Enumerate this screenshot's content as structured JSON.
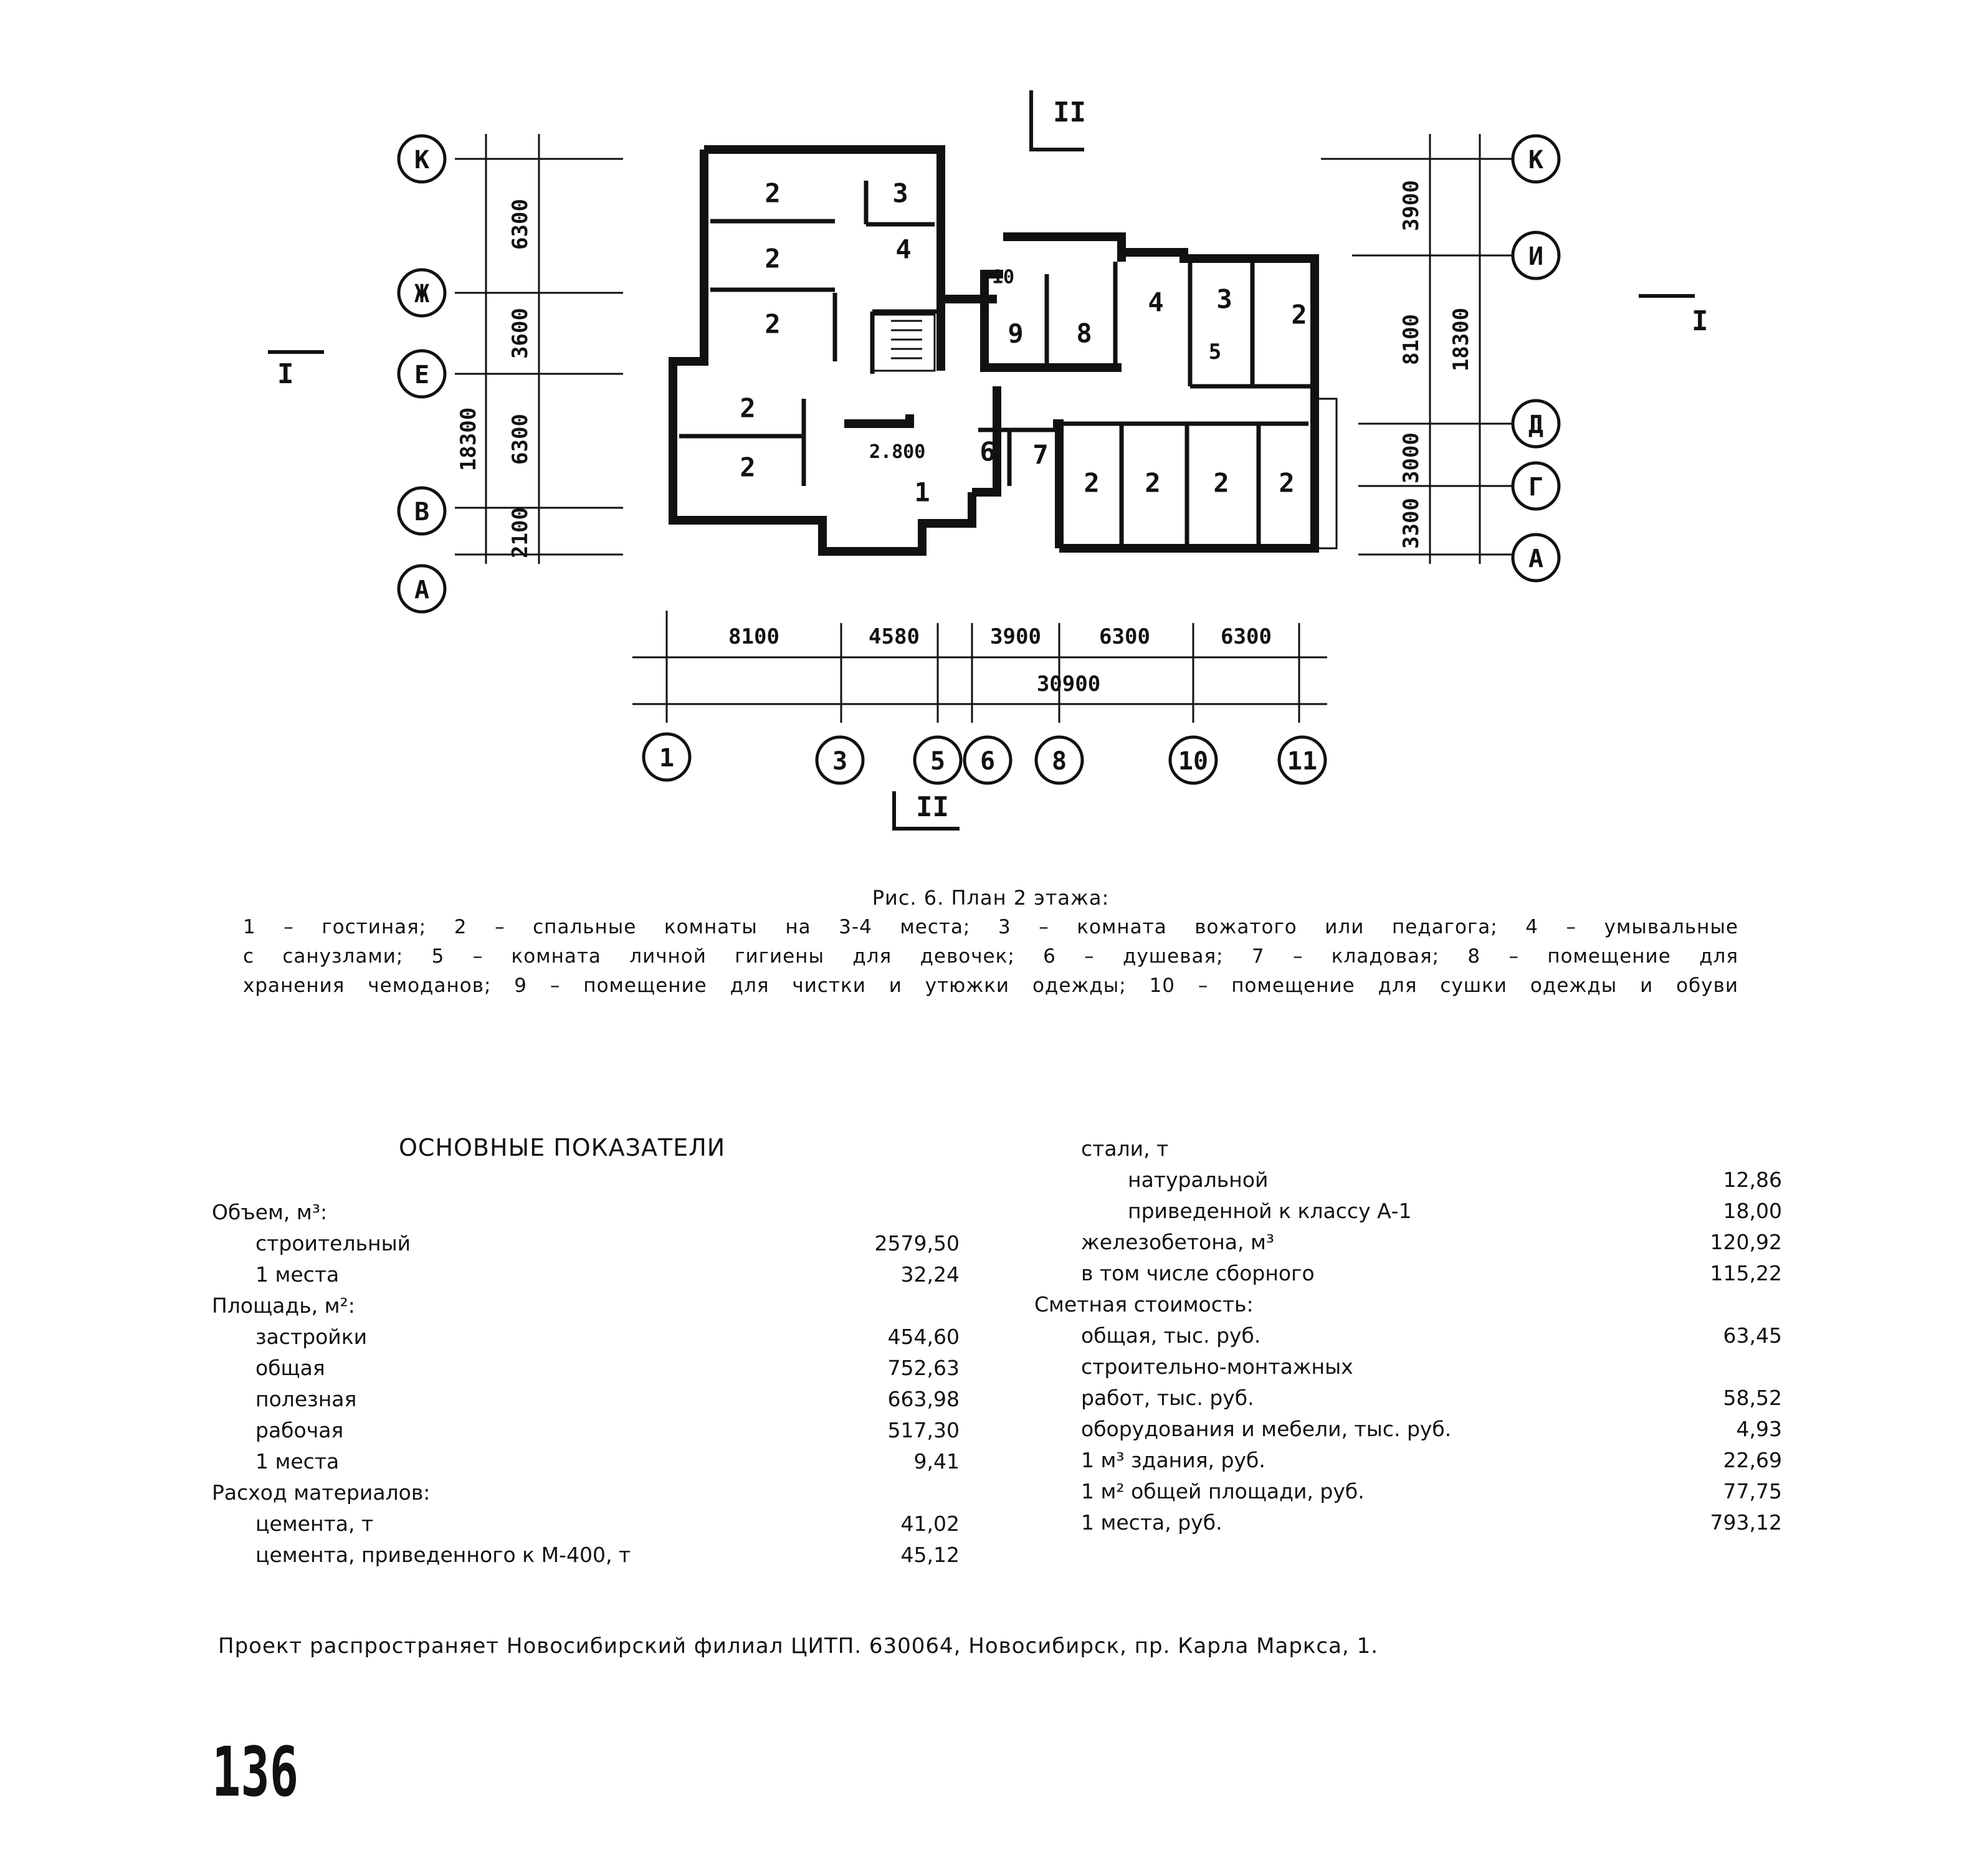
{
  "plan": {
    "axes_left": [
      "К",
      "Ж",
      "Е",
      "В",
      "А"
    ],
    "axes_right": [
      "К",
      "И",
      "Д",
      "Г",
      "А"
    ],
    "axes_bottom": [
      "1",
      "3",
      "5",
      "6",
      "8",
      "10",
      "11"
    ],
    "dims_left": [
      "6300",
      "3600",
      "6300",
      "2100",
      "18300"
    ],
    "dims_right": [
      "3900",
      "8100",
      "18300",
      "3000",
      "3300"
    ],
    "dims_bottom": [
      "8100",
      "4580",
      "3900",
      "6300",
      "6300"
    ],
    "dim_total_bottom": "30900",
    "section_I": "I",
    "section_II": "II",
    "level": "2.800",
    "room_numbers": [
      "2",
      "2",
      "2",
      "2",
      "2",
      "3",
      "4",
      "10",
      "9",
      "8",
      "4",
      "3",
      "5",
      "2",
      "1",
      "6",
      "7",
      "2",
      "2",
      "2",
      "2"
    ]
  },
  "caption": {
    "title": "Рис. 6. План 2 этажа:",
    "legend_line1": "1 – гостиная; 2 – спальные комнаты на 3-4 места; 3 – комната вожатого или педагога; 4 – умывальные",
    "legend_line2": "с санузлами; 5 – комната личной гигиены для девочек; 6 – душевая; 7 – кладовая; 8 – помещение для",
    "legend_line3": "хранения чемоданов; 9 – помещение для чистки и утюжки одежды; 10 – помещение для сушки одежды и обуви"
  },
  "indicators": {
    "heading": "ОСНОВНЫЕ ПОКАЗАТЕЛИ",
    "left": [
      {
        "label": "Объем, м³:",
        "value": "",
        "indent": 0
      },
      {
        "label": "строительный",
        "value": "2579,50",
        "indent": 1
      },
      {
        "label": "1 места",
        "value": "32,24",
        "indent": 1
      },
      {
        "label": "Площадь, м²:",
        "value": "",
        "indent": 0
      },
      {
        "label": "застройки",
        "value": "454,60",
        "indent": 1
      },
      {
        "label": "общая",
        "value": "752,63",
        "indent": 1
      },
      {
        "label": "полезная",
        "value": "663,98",
        "indent": 1
      },
      {
        "label": "рабочая",
        "value": "517,30",
        "indent": 1
      },
      {
        "label": "1 места",
        "value": "9,41",
        "indent": 1
      },
      {
        "label": "Расход материалов:",
        "value": "",
        "indent": 0
      },
      {
        "label": "цемента, т",
        "value": "41,02",
        "indent": 1
      },
      {
        "label": "цемента, приведенного к М-400, т",
        "value": "45,12",
        "indent": 1
      }
    ],
    "right": [
      {
        "label": "стали, т",
        "value": "",
        "indent": 1
      },
      {
        "label": "натуральной",
        "value": "12,86",
        "indent": 2
      },
      {
        "label": "приведенной к классу А-1",
        "value": "18,00",
        "indent": 2
      },
      {
        "label": "железобетона, м³",
        "value": "120,92",
        "indent": 1
      },
      {
        "label": "в том числе сборного",
        "value": "115,22",
        "indent": 1
      },
      {
        "label": "Сметная стоимость:",
        "value": "",
        "indent": 0
      },
      {
        "label": "общая, тыс. руб.",
        "value": "63,45",
        "indent": 1
      },
      {
        "label": "строительно-монтажных",
        "value": "",
        "indent": 1
      },
      {
        "label": "работ, тыс. руб.",
        "value": "58,52",
        "indent": 1
      },
      {
        "label": "оборудования и мебели, тыс. руб.",
        "value": "4,93",
        "indent": 1
      },
      {
        "label": "1 м³ здания, руб.",
        "value": "22,69",
        "indent": 1
      },
      {
        "label": "1 м² общей площади, руб.",
        "value": "77,75",
        "indent": 1
      },
      {
        "label": "1 места, руб.",
        "value": "793,12",
        "indent": 1
      }
    ]
  },
  "footer": "Проект распространяет Новосибирский филиал ЦИТП. 630064, Новосибирск, пр. Карла Маркса, 1.",
  "page_number": "136"
}
